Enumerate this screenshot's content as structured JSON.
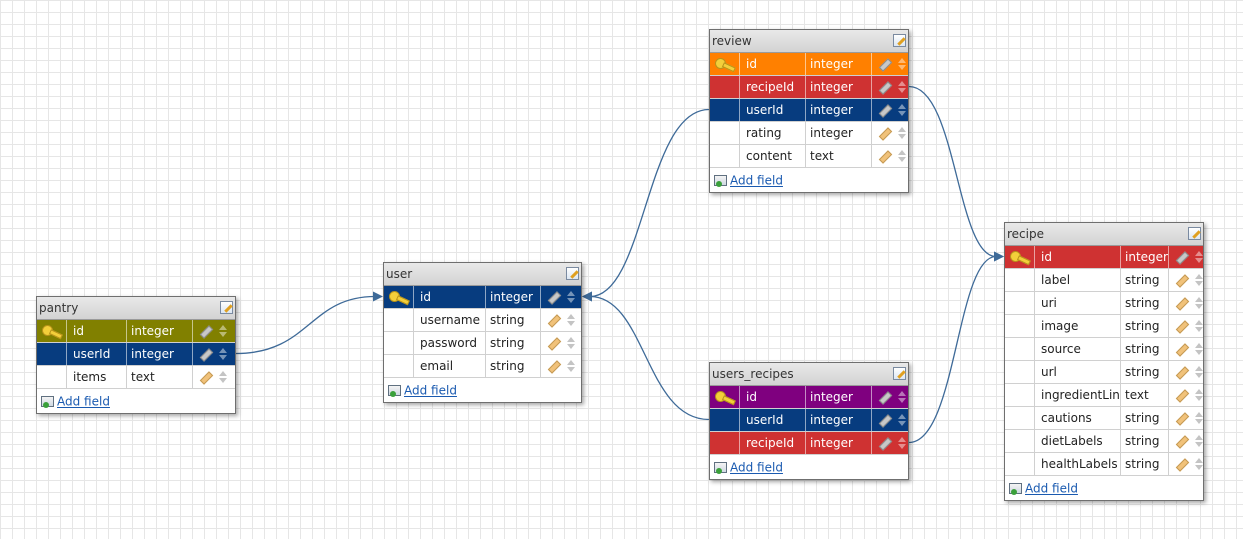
{
  "colors": {
    "pantry": "#818000",
    "fk_blue": "#073c7f",
    "fk_red": "#cf3232",
    "review_pk": "#ff8000",
    "users_recipes_pk": "#7f007f",
    "recipe_pk": "#cf3232",
    "link_line": "#3e6a98"
  },
  "icons": {
    "title": "edit-table-icon",
    "primary_key": "key-icon",
    "edit_field": "pencil-icon",
    "reorder": "sort-arrows-icon",
    "add": "add-field-icon"
  },
  "add_field_label": "Add field",
  "tables": [
    {
      "id": "pantry",
      "name": "pantry",
      "fields": [
        {
          "name": "id",
          "type": "integer",
          "pk": true,
          "color": "#818000"
        },
        {
          "name": "userId",
          "type": "integer",
          "fk": true,
          "color": "#073c7f"
        },
        {
          "name": "items",
          "type": "text"
        }
      ]
    },
    {
      "id": "user",
      "name": "user",
      "fields": [
        {
          "name": "id",
          "type": "integer",
          "pk": true,
          "color": "#073c7f"
        },
        {
          "name": "username",
          "type": "string"
        },
        {
          "name": "password",
          "type": "string"
        },
        {
          "name": "email",
          "type": "string"
        }
      ]
    },
    {
      "id": "review",
      "name": "review",
      "fields": [
        {
          "name": "id",
          "type": "integer",
          "pk": true,
          "color": "#ff8000"
        },
        {
          "name": "recipeId",
          "type": "integer",
          "fk": true,
          "color": "#cf3232"
        },
        {
          "name": "userId",
          "type": "integer",
          "fk": true,
          "color": "#073c7f"
        },
        {
          "name": "rating",
          "type": "integer"
        },
        {
          "name": "content",
          "type": "text"
        }
      ]
    },
    {
      "id": "users_recipes",
      "name": "users_recipes",
      "fields": [
        {
          "name": "id",
          "type": "integer",
          "pk": true,
          "color": "#7f007f"
        },
        {
          "name": "userId",
          "type": "integer",
          "fk": true,
          "color": "#073c7f"
        },
        {
          "name": "recipeId",
          "type": "integer",
          "fk": true,
          "color": "#cf3232"
        }
      ]
    },
    {
      "id": "recipe",
      "name": "recipe",
      "fields": [
        {
          "name": "id",
          "type": "integer",
          "pk": true,
          "color": "#cf3232"
        },
        {
          "name": "label",
          "type": "string"
        },
        {
          "name": "uri",
          "type": "string"
        },
        {
          "name": "image",
          "type": "string"
        },
        {
          "name": "source",
          "type": "string"
        },
        {
          "name": "url",
          "type": "string"
        },
        {
          "name": "ingredientLines",
          "type": "text"
        },
        {
          "name": "cautions",
          "type": "string"
        },
        {
          "name": "dietLabels",
          "type": "string"
        },
        {
          "name": "healthLabels",
          "type": "string"
        }
      ]
    }
  ],
  "relations": [
    {
      "from": "pantry.userId",
      "to": "user.id"
    },
    {
      "from": "review.userId",
      "to": "user.id"
    },
    {
      "from": "users_recipes.userId",
      "to": "user.id"
    },
    {
      "from": "review.recipeId",
      "to": "recipe.id"
    },
    {
      "from": "users_recipes.recipeId",
      "to": "recipe.id"
    }
  ]
}
